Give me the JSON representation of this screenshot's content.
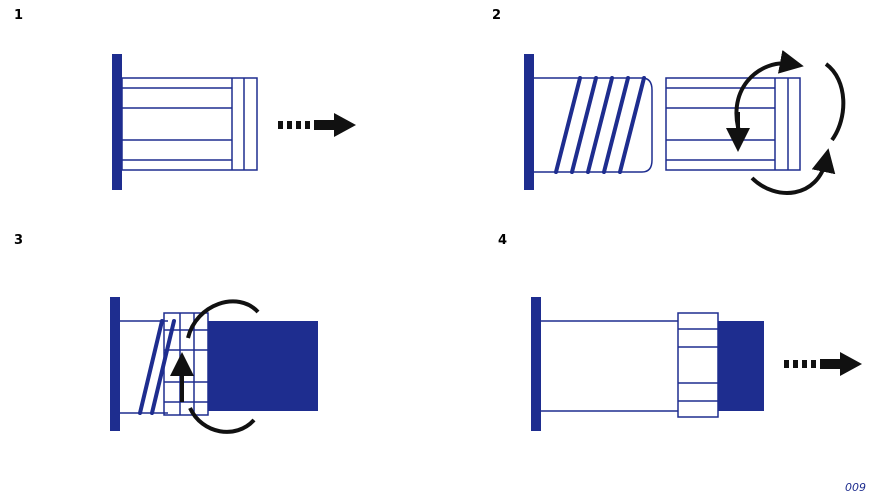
{
  "steps": [
    {
      "number": "1"
    },
    {
      "number": "2"
    },
    {
      "number": "3"
    },
    {
      "number": "4"
    }
  ],
  "figure_code": "009",
  "colors": {
    "blue": "#1e2d8f",
    "black": "#111111",
    "white": "#ffffff"
  }
}
